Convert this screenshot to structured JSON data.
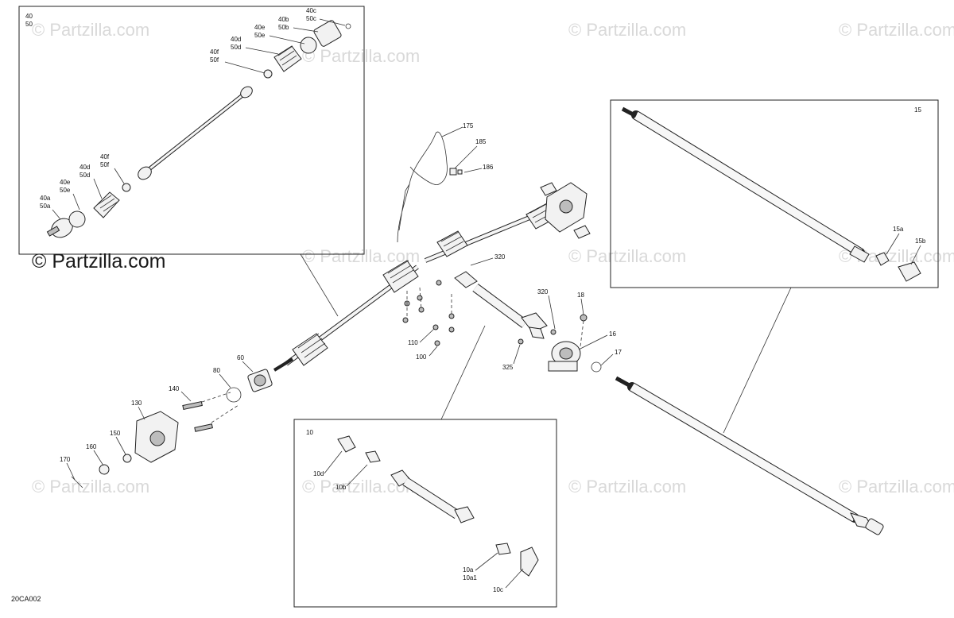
{
  "watermarks": {
    "small": "© Partzilla.com",
    "main": "© Partzilla.com"
  },
  "reference": "20CA002",
  "detail_boxes": {
    "axle": {
      "ids": [
        "40",
        "50"
      ]
    },
    "prop": {
      "id": "15"
    },
    "driveshaft": {
      "id": "10"
    }
  },
  "callouts": {
    "c40a_50a": [
      "40a",
      "50a"
    ],
    "c40e_50e_left": [
      "40e",
      "50e"
    ],
    "c40d_50d_left": [
      "40d",
      "50d"
    ],
    "c40f_50f_left": [
      "40f",
      "50f"
    ],
    "c40f_50f_top": [
      "40f",
      "50f"
    ],
    "c40d_50d_top": [
      "40d",
      "50d"
    ],
    "c40e_50e_top": [
      "40e",
      "50e"
    ],
    "c40b_50b": [
      "40b",
      "50b"
    ],
    "c40c_50c": [
      "40c",
      "50c"
    ],
    "c175": "175",
    "c185": "185",
    "c186": "186",
    "c320a": "320",
    "c320b": "320",
    "c18": "18",
    "c16": "16",
    "c17": "17",
    "c325": "325",
    "c110": "110",
    "c100": "100",
    "c60": "60",
    "c80": "80",
    "c140": "140",
    "c130": "130",
    "c150": "150",
    "c160": "160",
    "c170": "170",
    "c15a": "15a",
    "c15b": "15b",
    "c10d": "10d",
    "c10b": "10b",
    "c10a_10a1": [
      "10a",
      "10a1"
    ],
    "c10c": "10c"
  }
}
